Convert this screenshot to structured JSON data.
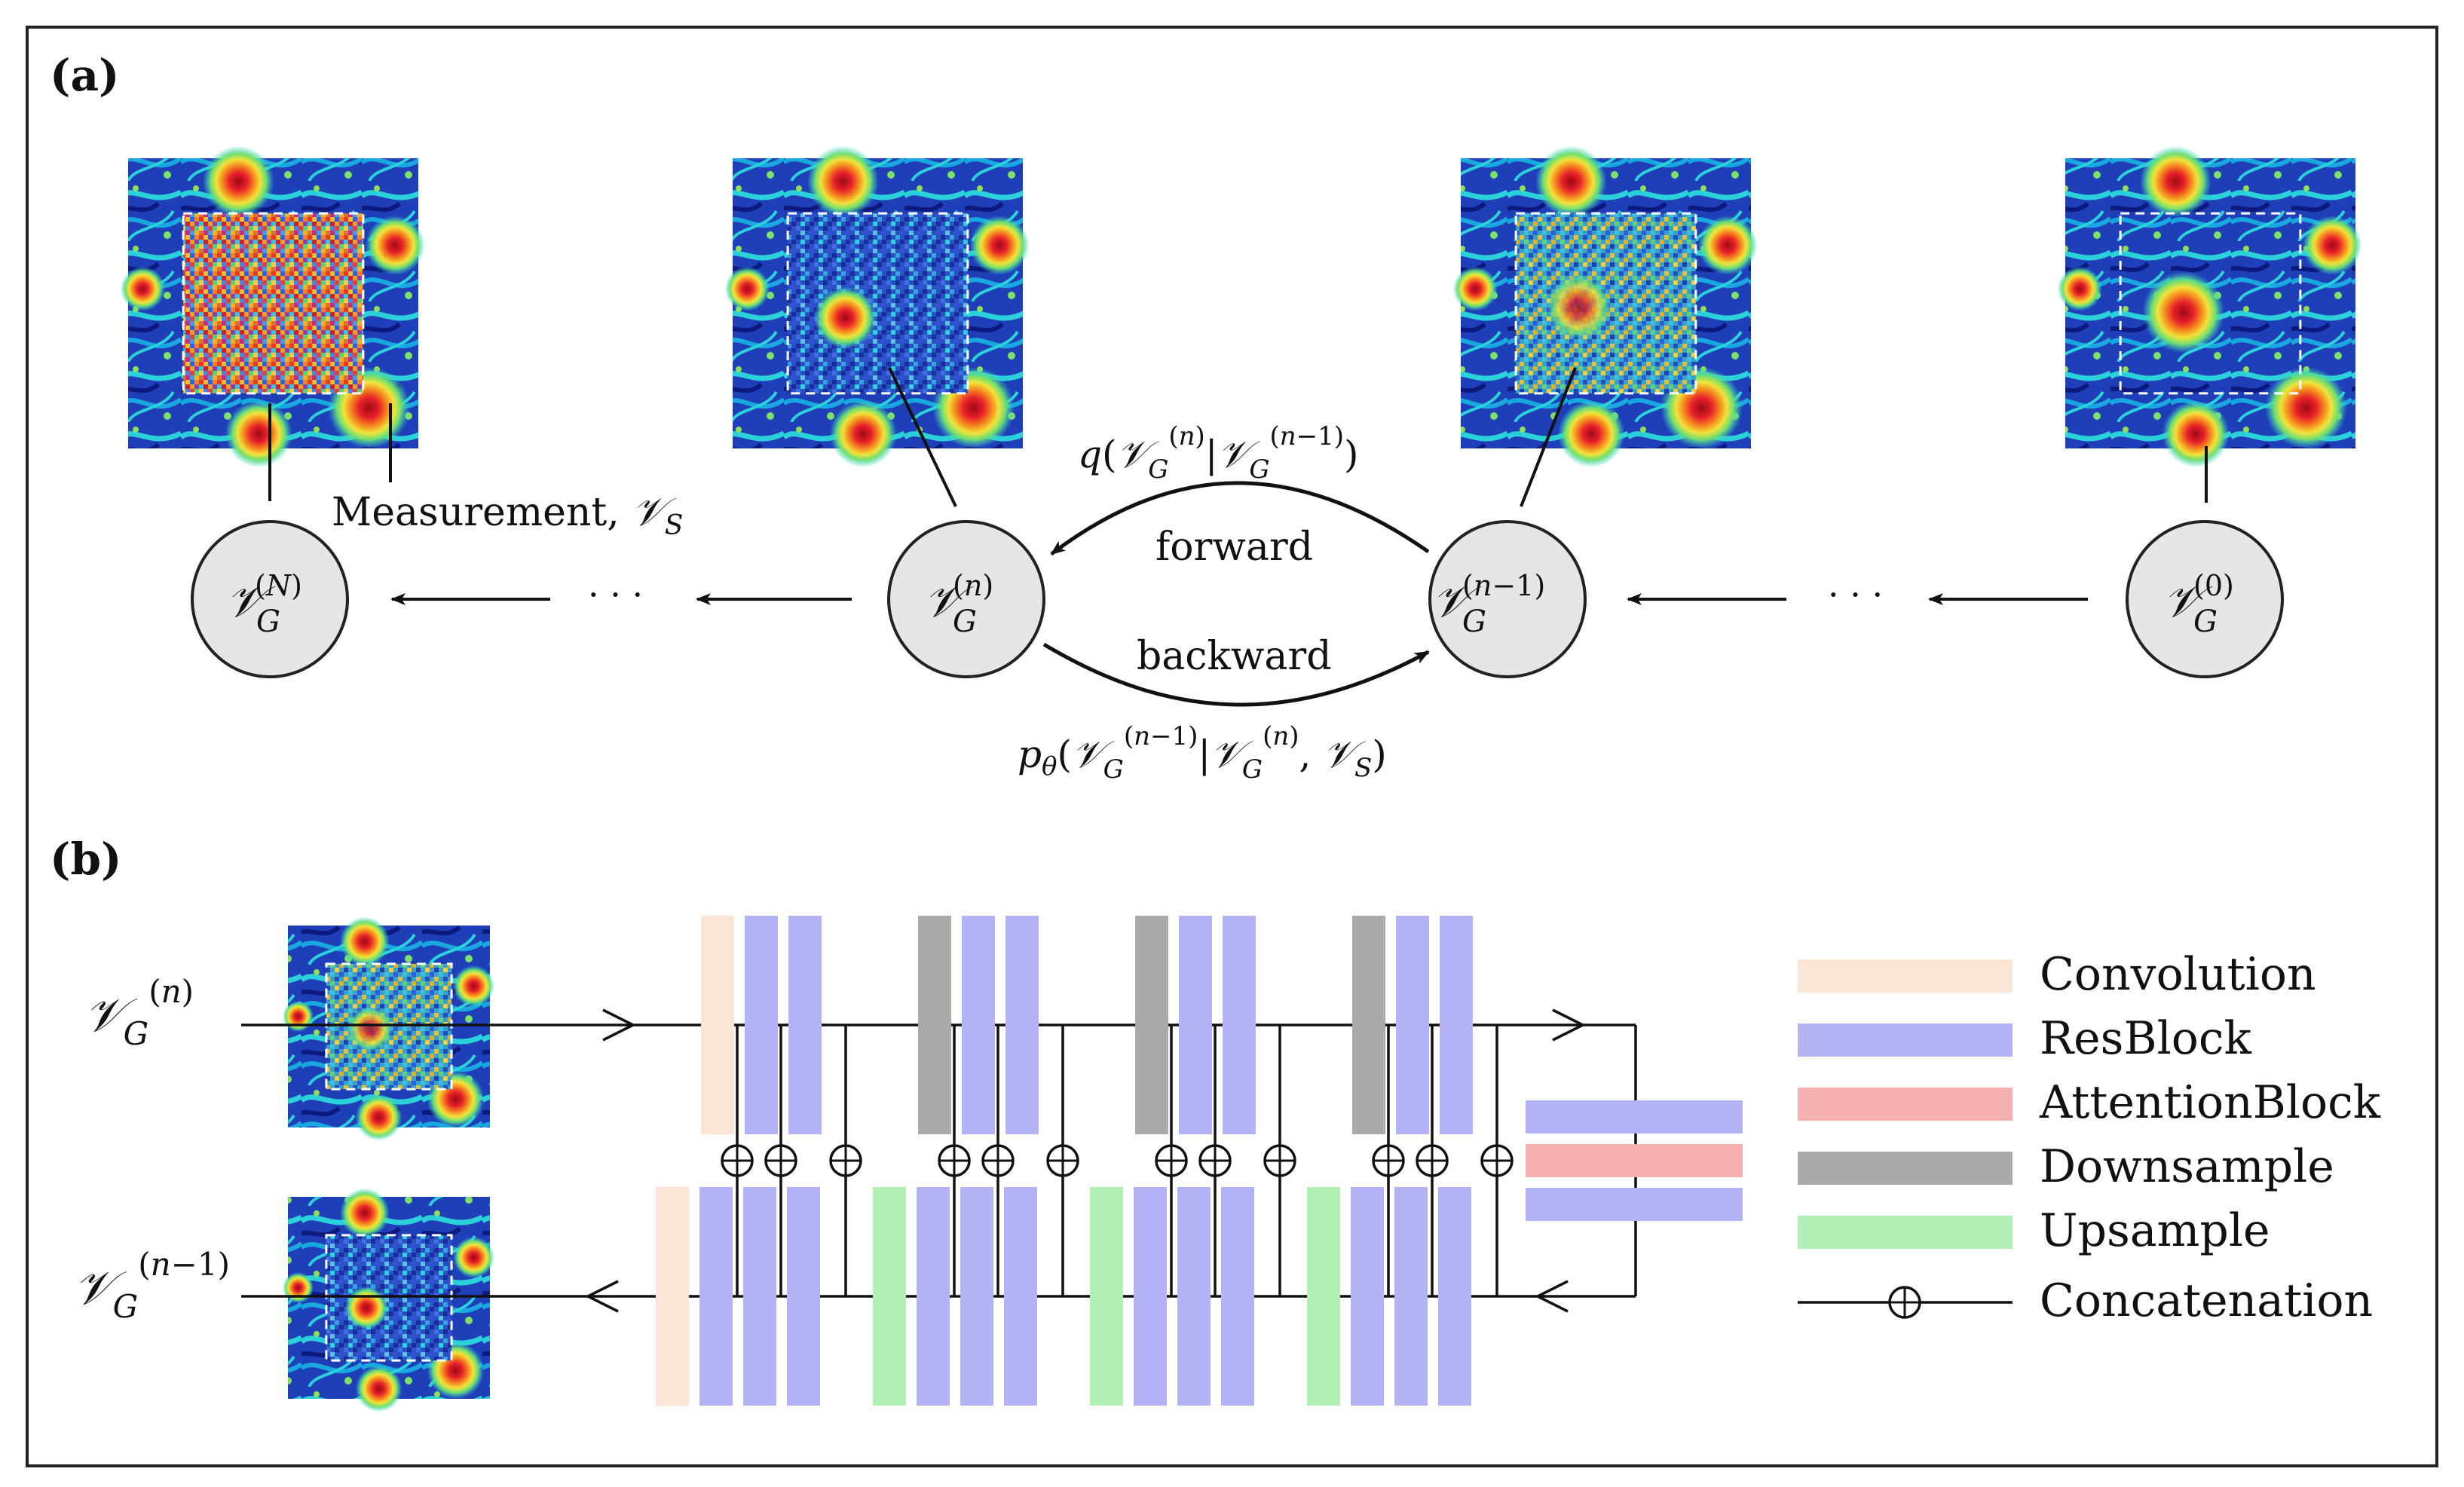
{
  "panel_a": {
    "label": "(a)",
    "measurement_label": "Measurement, 𝒱_S",
    "states": [
      {
        "id": "N",
        "label": "𝒱_G^(N)",
        "noise": "full"
      },
      {
        "id": "n",
        "label": "𝒱_G^(n)",
        "noise": "medium"
      },
      {
        "id": "n-1",
        "label": "𝒱_G^(n−1)",
        "noise": "low"
      },
      {
        "id": "0",
        "label": "𝒱_G^(0)",
        "noise": "none"
      }
    ],
    "ellipsis": "· · ·",
    "forward_label": "forward",
    "backward_label": "backward",
    "forward_eq": "q(𝒱_G^(n)|𝒱_G^(n−1))",
    "backward_eq": "p_θ(𝒱_G^(n−1)|𝒱_G^(n), 𝒱_S)"
  },
  "panel_b": {
    "label": "(b)",
    "input_label": "𝒱_G^(n)",
    "output_label": "𝒱_G^(n−1)",
    "legend": [
      {
        "name": "Convolution",
        "color": "#fbe6d6"
      },
      {
        "name": "ResBlock",
        "color": "#b3b3f5"
      },
      {
        "name": "AttentionBlock",
        "color": "#f6b0b0"
      },
      {
        "name": "Downsample",
        "color": "#aaaaaa"
      },
      {
        "name": "Upsample",
        "color": "#b2f0b6"
      },
      {
        "name": "Concatenation",
        "color": "#111111"
      }
    ]
  },
  "colors": {
    "node_fill": "#e6e6e6",
    "frame": "#222222"
  }
}
